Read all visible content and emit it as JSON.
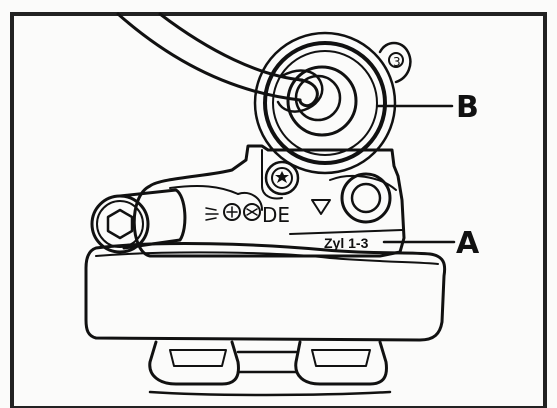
{
  "callouts": {
    "b": "B",
    "a": "A"
  },
  "markings": {
    "brand": "DE",
    "cylinder": "Zyl 1-3",
    "number": "3"
  },
  "icons": {
    "bolt": "hex-socket-bolt-icon",
    "screw": "torx-screw-icon",
    "arrow": "triangle-arrow-icon"
  },
  "colors": {
    "ink": "#111111",
    "paper": "#fbfbfa"
  }
}
